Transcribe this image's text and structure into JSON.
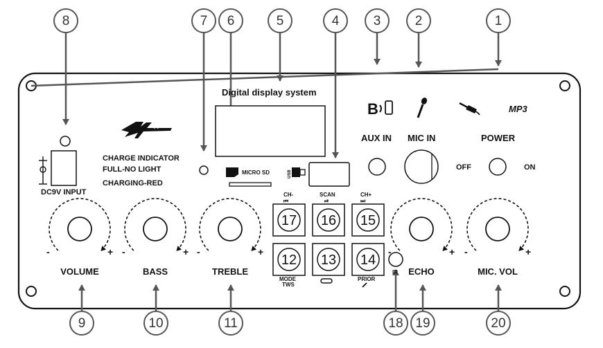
{
  "title": "Digital display system",
  "colors": {
    "stroke": "#111111",
    "callout": "#555555",
    "panel_fill": "#ffffff"
  },
  "callouts": [
    "1",
    "2",
    "3",
    "4",
    "5",
    "6",
    "7",
    "8",
    "9",
    "10",
    "11",
    "12",
    "13",
    "14",
    "15",
    "16",
    "17",
    "18",
    "19",
    "20"
  ],
  "labels": {
    "aux_in": "AUX IN",
    "mic_in": "MIC IN",
    "power": "POWER",
    "off": "OFF",
    "on": "ON",
    "mp3": "MP3",
    "charge_line1": "CHARGE INDICATOR",
    "charge_line2": "FULL-NO LIGHT",
    "charge_line3": "CHARGING-RED",
    "micro_sd": "MICRO SD",
    "usb": "USB",
    "dc_input": "DC9V INPUT",
    "volume": "VOLUME",
    "bass": "BASS",
    "treble": "TREBLE",
    "echo": "ECHO",
    "mic_vol": "MIC. VOL",
    "ir": "IR",
    "ch_minus": "CH-",
    "scan": "SCAN",
    "ch_plus": "CH+",
    "mode": "MODE",
    "tws": "TWS",
    "prior": "PRIOR",
    "prev_icon": "⏮",
    "play_icon": "⏯",
    "next_icon": "⏭",
    "minus": "-",
    "plus": "+"
  }
}
